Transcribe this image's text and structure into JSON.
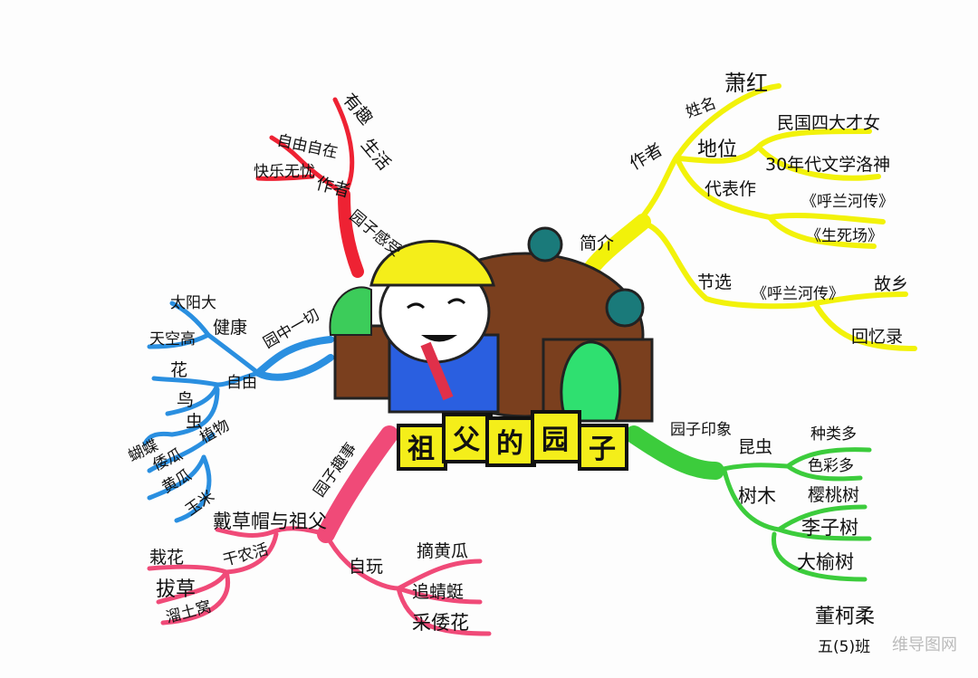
{
  "colors": {
    "red": "#ee2233",
    "yellow": "#f2f20a",
    "blue": "#2a8fe0",
    "pink": "#f04a78",
    "green": "#3ccc3c",
    "brown": "#7a3f1e",
    "title_bg": "#f4ee1a"
  },
  "title": [
    "祖",
    "父",
    "的",
    "园",
    "子"
  ],
  "red": {
    "main": "园子感受",
    "author": "作者",
    "b1": "有趣",
    "b2": "生活",
    "c1": "自由自在",
    "c2": "快乐无忧"
  },
  "yellow": {
    "main": "简介",
    "author": "作者",
    "name_label": "姓名",
    "name": "萧红",
    "status": "地位",
    "status1": "民国四大才女",
    "status2": "30年代文学洛神",
    "works": "代表作",
    "work1": "《呼兰河传》",
    "work2": "《生死场》",
    "excerpt": "节选",
    "excerpt_src": "《呼兰河传》",
    "ex1": "故乡",
    "ex2": "回忆录"
  },
  "blue": {
    "main": "园中一切",
    "health": "健康",
    "h1": "太阳大",
    "h2": "天空高",
    "free": "自由",
    "f1": "花",
    "f2": "鸟",
    "f3": "虫",
    "plants": "植物",
    "p1": "蝴蝶",
    "p2": "倭瓜",
    "p3": "黄瓜",
    "p4": "玉米"
  },
  "pink": {
    "main": "园子趣事",
    "grandpa": "戴草帽与祖父",
    "farm": "干农活",
    "farm1": "栽花",
    "farm2": "拔草",
    "farm3": "溜土窝",
    "play": "自玩",
    "play1": "摘黄瓜",
    "play2": "追蜻蜓",
    "play3": "采倭花"
  },
  "green": {
    "main": "园子印象",
    "insects": "昆虫",
    "i1": "种类多",
    "i2": "色彩多",
    "trees": "树木",
    "t1": "樱桃树",
    "t2": "李子树",
    "t3": "大榆树"
  },
  "signature": {
    "name": "董柯柔",
    "class": "五(5)班"
  },
  "watermark": "维导图网"
}
